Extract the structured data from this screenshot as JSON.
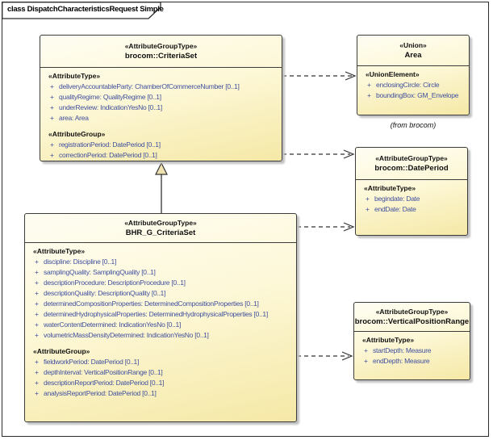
{
  "frame": {
    "title": "class DispatchCharacteristicsRequest Simple"
  },
  "colors": {
    "box_fill_light": "#fefdf2",
    "box_fill_dark": "#f5e8a6",
    "attribute_text": "#3e4f9e",
    "box_border": "#3c3c3c",
    "shadow": "#c0c0c0",
    "triangle_fill": "#efe0b2"
  },
  "classes": {
    "criteria_set": {
      "stereotype": "«AttributeGroupType»",
      "name": "brocom::CriteriaSet",
      "sections": [
        {
          "label": "«AttributeType»",
          "attrs": [
            {
              "vis": "+",
              "text": "deliveryAccountableParty: ChamberOfCommerceNumber [0..1]"
            },
            {
              "vis": "+",
              "text": "qualityRegime: QualityRegime [0..1]"
            },
            {
              "vis": "+",
              "text": "underReview: IndicationYesNo [0..1]"
            },
            {
              "vis": "+",
              "text": "area: Area"
            }
          ]
        },
        {
          "label": "«AttributeGroup»",
          "attrs": [
            {
              "vis": "+",
              "text": "registrationPeriod: DatePeriod [0..1]"
            },
            {
              "vis": "+",
              "text": "correctionPeriod: DatePeriod [0..1]"
            }
          ]
        }
      ]
    },
    "area": {
      "stereotype": "«Union»",
      "name": "Area",
      "note": "(from brocom)",
      "sections": [
        {
          "label": "«UnionElement»",
          "attrs": [
            {
              "vis": "+",
              "text": "enclosingCircle: Circle"
            },
            {
              "vis": "+",
              "text": "boundingBox: GM_Envelope"
            }
          ]
        }
      ]
    },
    "date_period": {
      "stereotype": "«AttributeGroupType»",
      "name": "brocom::DatePeriod",
      "sections": [
        {
          "label": "«AttributeType»",
          "attrs": [
            {
              "vis": "+",
              "text": "begindate: Date"
            },
            {
              "vis": "+",
              "text": "endDate: Date"
            }
          ]
        }
      ]
    },
    "bhr_g_criteria_set": {
      "stereotype": "«AttributeGroupType»",
      "name": "BHR_G_CriteriaSet",
      "sections": [
        {
          "label": "«AttributeType»",
          "attrs": [
            {
              "vis": "+",
              "text": "discipline: Discipline [0..1]"
            },
            {
              "vis": "+",
              "text": "samplingQuality: SamplingQuality [0..1]"
            },
            {
              "vis": "+",
              "text": "descriptionProcedure: DescriptionProcedure [0..1]"
            },
            {
              "vis": "+",
              "text": "descriptionQuality: DescriptionQuality [0..1]"
            },
            {
              "vis": "+",
              "text": "determinedCompositionProperties: DeterminedCompositionProperties [0..1]"
            },
            {
              "vis": "+",
              "text": "determinedHydrophysicalProperties: DeterminedHydrophysicalProperties [0..1]"
            },
            {
              "vis": "+",
              "text": "waterContentDetermined: IndicationYesNo [0..1]"
            },
            {
              "vis": "+",
              "text": "volumetricMassDensityDetermined: IndicationYesNo [0..1]"
            }
          ]
        },
        {
          "label": "«AttributeGroup»",
          "attrs": [
            {
              "vis": "+",
              "text": "fieldworkPeriod: DatePeriod [0..1]"
            },
            {
              "vis": "+",
              "text": "depthInterval: VerticalPositionRange [0..1]"
            },
            {
              "vis": "+",
              "text": "descriptionReportPeriod: DatePeriod [0..1]"
            },
            {
              "vis": "+",
              "text": "analysisReportPeriod: DatePeriod [0..1]"
            }
          ]
        }
      ]
    },
    "vertical_position_range": {
      "stereotype": "«AttributeGroupType»",
      "name": "brocom::VerticalPositionRange",
      "sections": [
        {
          "label": "«AttributeType»",
          "attrs": [
            {
              "vis": "+",
              "text": "startDepth: Measure"
            },
            {
              "vis": "+",
              "text": "endDepth: Measure"
            }
          ]
        }
      ]
    }
  }
}
